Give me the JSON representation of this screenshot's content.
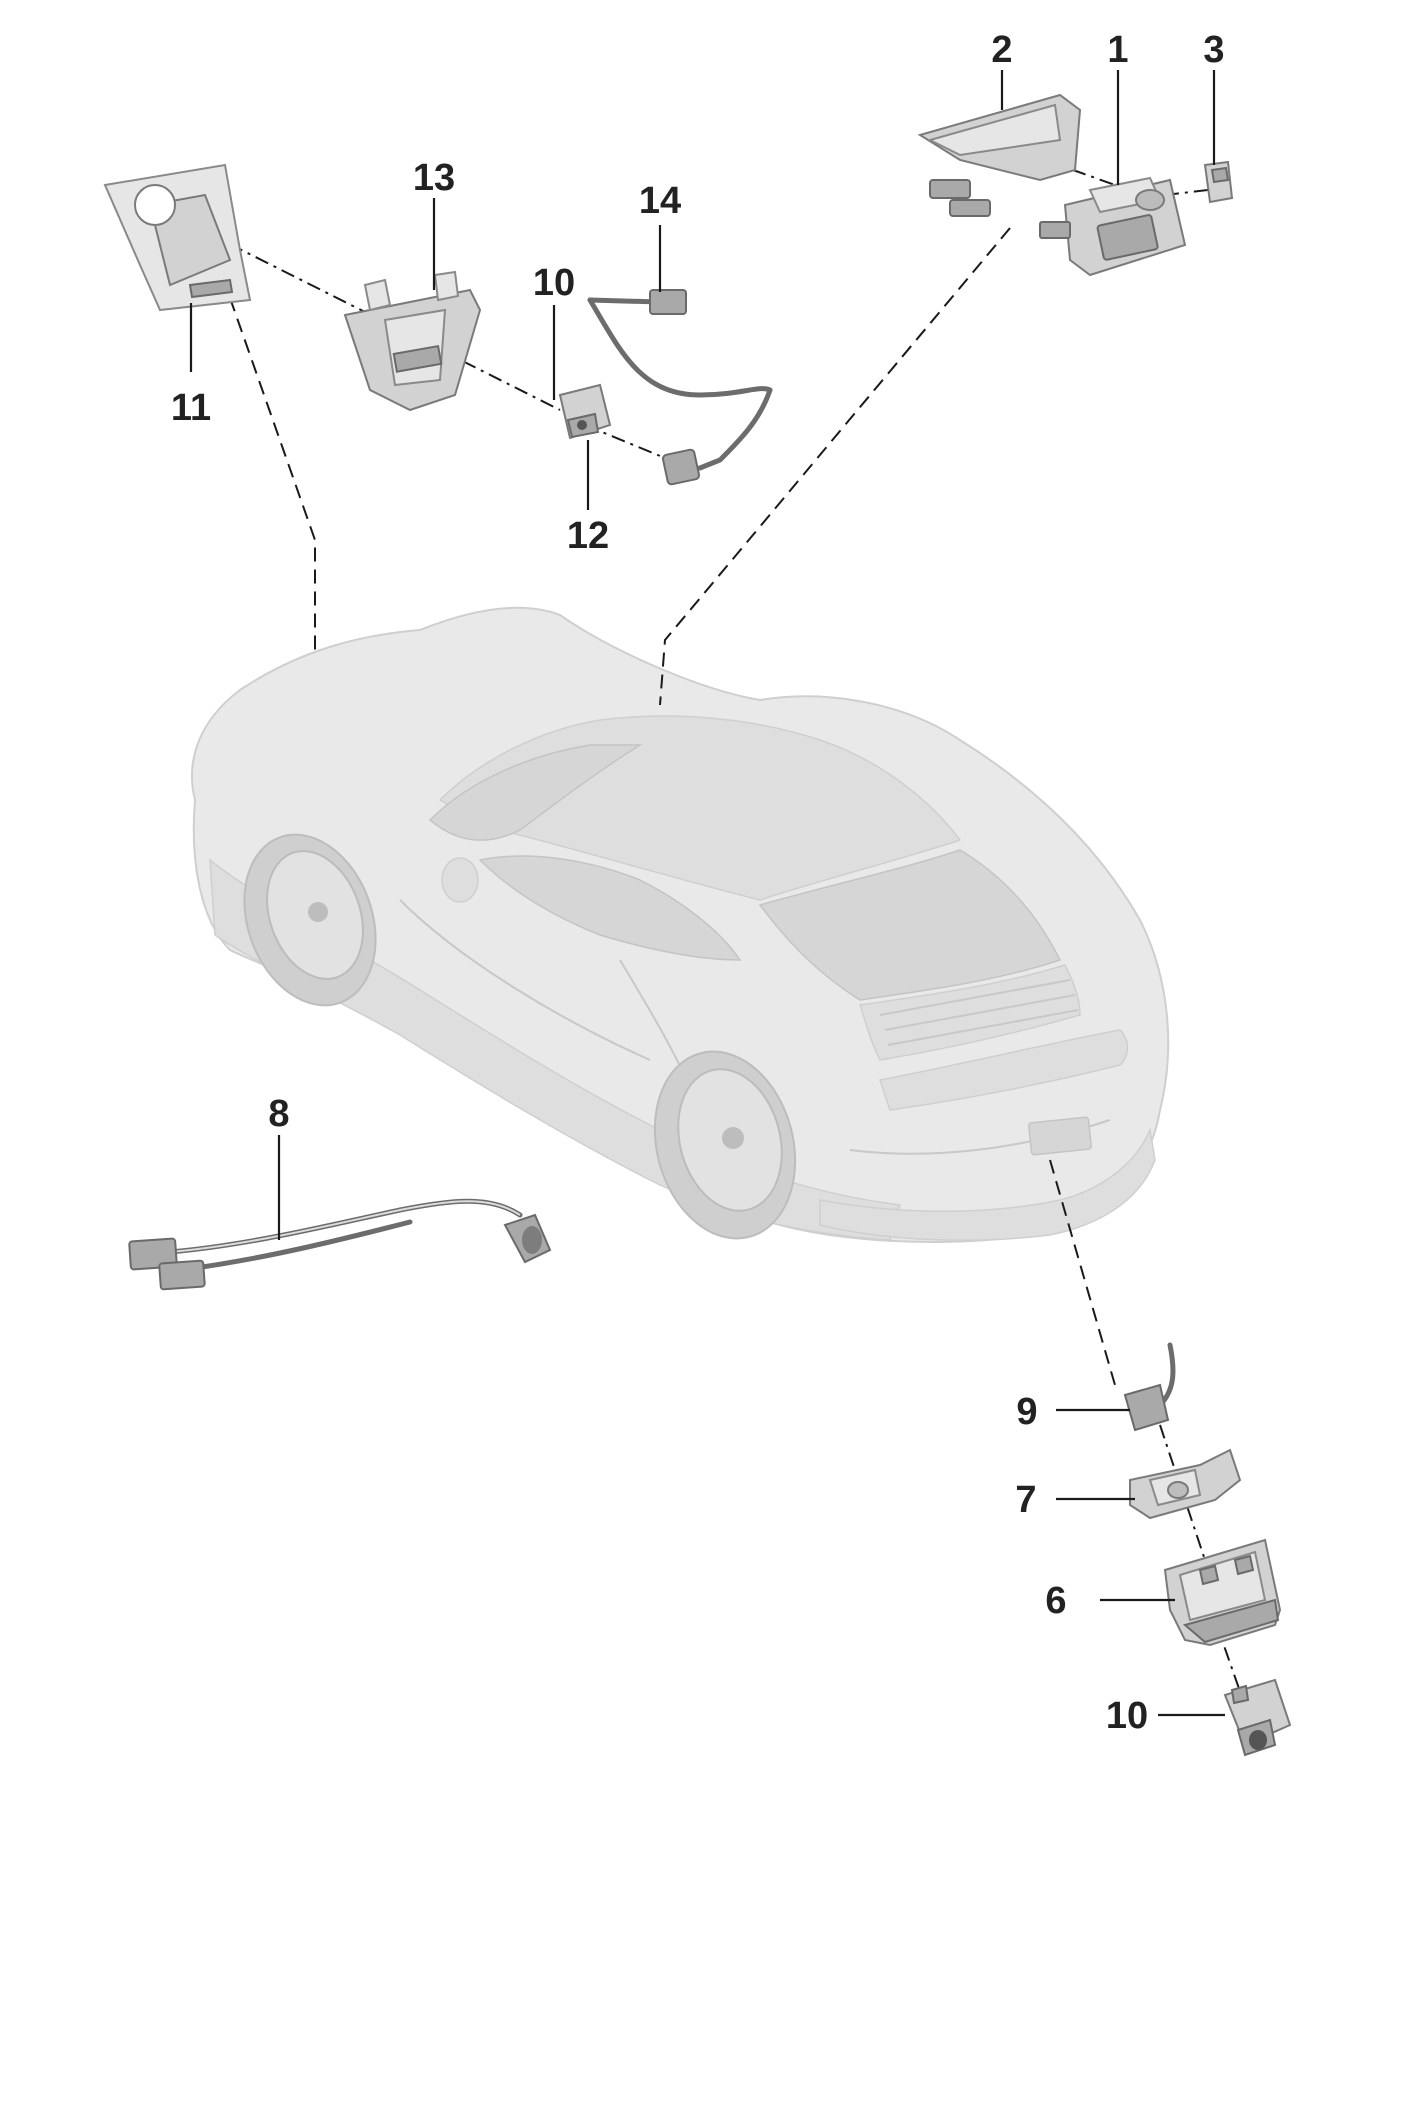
{
  "callouts": {
    "c1": "1",
    "c2": "2",
    "c3": "3",
    "c6": "6",
    "c7": "7",
    "c8": "8",
    "c9": "9",
    "c10_top": "10",
    "c10_bottom": "10",
    "c11": "11",
    "c12": "12",
    "c13": "13",
    "c14": "14"
  },
  "colors": {
    "ink": "#222222",
    "part_fill": "#d2d2d2",
    "car_fill": "#e9e9e9"
  }
}
